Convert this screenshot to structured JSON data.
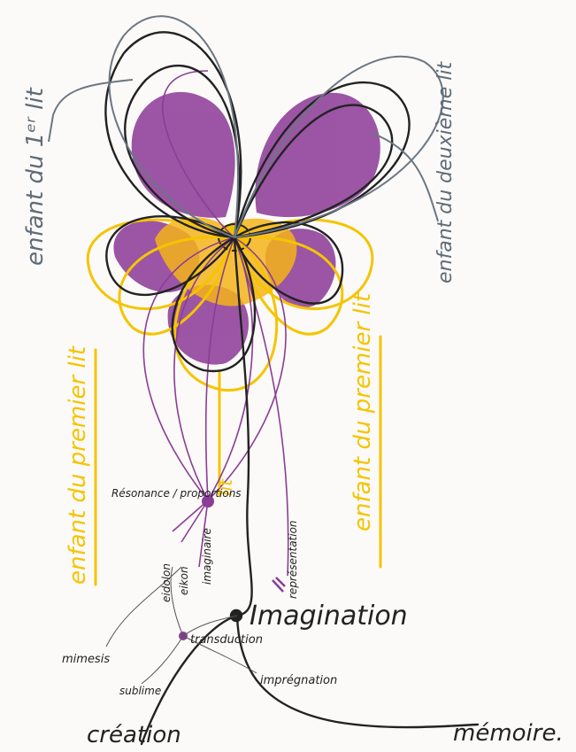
{
  "labels": {
    "enfant_du_1st_left": "enfant du 1ᵉʳ lit",
    "enfant_deuxieme": "enfant du deuxième lit",
    "enfant_premier_left": "enfant du premier lit",
    "enfant_premier_right": "enfant du premier lit",
    "lit_center": "lit",
    "resonance": "Résonance / proportions",
    "imaginaire": "imaginaire",
    "eidolon": "eidolon",
    "eikon": "eikon",
    "representation": "représentation",
    "imagination": "Imagination",
    "mimesis": "mimesis",
    "sublime": "sublime",
    "transduction": "transduction",
    "impregnation": "imprégnation",
    "creation": "création",
    "memoire": "mémoire."
  },
  "colors": {
    "purple": "#8b3d95",
    "purple_light": "#a35bb0",
    "yellow": "#f5c400",
    "yellow_orange": "#e8a914",
    "ink": "#222223",
    "grey": "#5f6b78",
    "paper": "#fbfaf8"
  }
}
